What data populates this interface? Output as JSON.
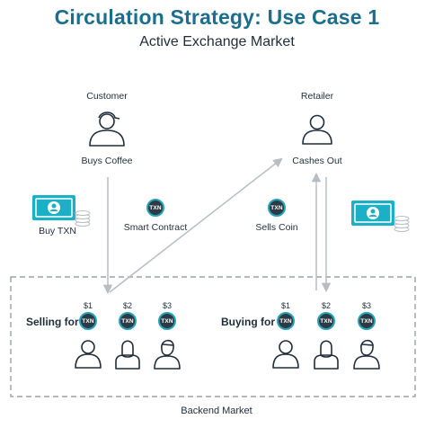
{
  "title": "Circulation Strategy: Use Case 1",
  "subtitle": "Active Exchange Market",
  "customer": {
    "label": "Customer",
    "action": "Buys Coffee"
  },
  "retailer": {
    "label": "Retailer",
    "action": "Cashes Out"
  },
  "buy_txn": "Buy TXN",
  "smart_contract": "Smart Contract",
  "sells_coin": "Sells Coin",
  "coin_label": "TXN",
  "backend_market": "Backend Market",
  "selling": {
    "label": "Selling for",
    "prices": [
      "$1",
      "$2",
      "$3"
    ]
  },
  "buying": {
    "label": "Buying for",
    "prices": [
      "$1",
      "$2",
      "$3"
    ]
  },
  "colors": {
    "title": "#1c6e8c",
    "icon_stroke": "#1f2d3a",
    "coin_fill": "#2b3a45",
    "coin_ring": "#27a3b7",
    "cash": "#1cb0c6",
    "arrow": "#b8bdc2",
    "dash_border": "#9aa0a6"
  }
}
